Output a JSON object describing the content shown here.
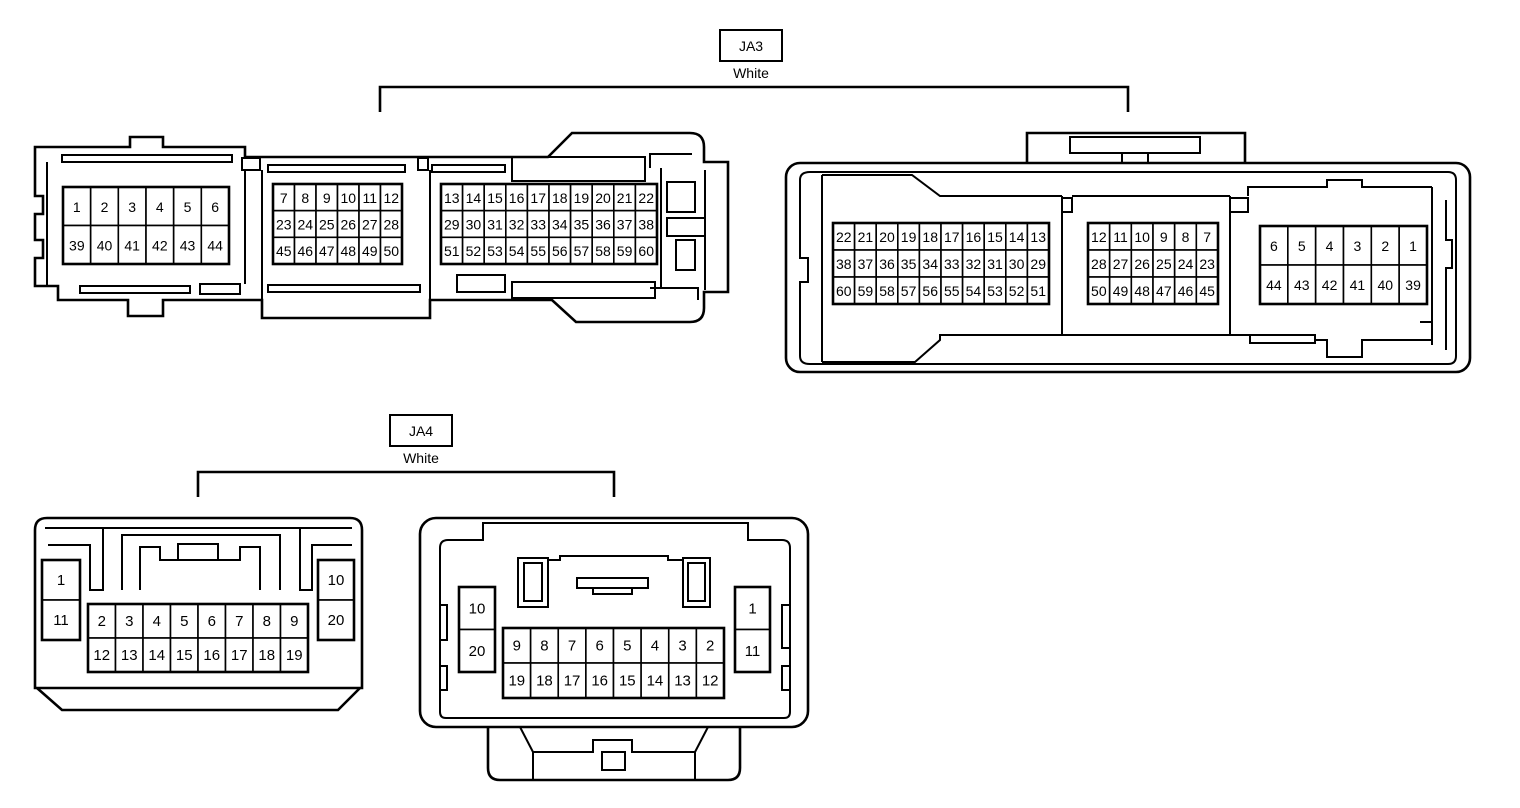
{
  "connectors": {
    "ja3": {
      "code": "JA3",
      "color": "White",
      "views": [
        {
          "groups": [
            {
              "rows": [
                [
                  "1",
                  "2",
                  "3",
                  "4",
                  "5",
                  "6"
                ],
                [
                  "39",
                  "40",
                  "41",
                  "42",
                  "43",
                  "44"
                ]
              ]
            },
            {
              "rows": [
                [
                  "7",
                  "8",
                  "9",
                  "10",
                  "11",
                  "12"
                ],
                [
                  "23",
                  "24",
                  "25",
                  "26",
                  "27",
                  "28"
                ],
                [
                  "45",
                  "46",
                  "47",
                  "48",
                  "49",
                  "50"
                ]
              ]
            },
            {
              "rows": [
                [
                  "13",
                  "14",
                  "15",
                  "16",
                  "17",
                  "18",
                  "19",
                  "20",
                  "21",
                  "22"
                ],
                [
                  "29",
                  "30",
                  "31",
                  "32",
                  "33",
                  "34",
                  "35",
                  "36",
                  "37",
                  "38"
                ],
                [
                  "51",
                  "52",
                  "53",
                  "54",
                  "55",
                  "56",
                  "57",
                  "58",
                  "59",
                  "60"
                ]
              ]
            }
          ]
        },
        {
          "groups": [
            {
              "rows": [
                [
                  "22",
                  "21",
                  "20",
                  "19",
                  "18",
                  "17",
                  "16",
                  "15",
                  "14",
                  "13"
                ],
                [
                  "38",
                  "37",
                  "36",
                  "35",
                  "34",
                  "33",
                  "32",
                  "31",
                  "30",
                  "29"
                ],
                [
                  "60",
                  "59",
                  "58",
                  "57",
                  "56",
                  "55",
                  "54",
                  "53",
                  "52",
                  "51"
                ]
              ]
            },
            {
              "rows": [
                [
                  "12",
                  "11",
                  "10",
                  "9",
                  "8",
                  "7"
                ],
                [
                  "28",
                  "27",
                  "26",
                  "25",
                  "24",
                  "23"
                ],
                [
                  "50",
                  "49",
                  "48",
                  "47",
                  "46",
                  "45"
                ]
              ]
            },
            {
              "rows": [
                [
                  "6",
                  "5",
                  "4",
                  "3",
                  "2",
                  "1"
                ],
                [
                  "44",
                  "43",
                  "42",
                  "41",
                  "40",
                  "39"
                ]
              ]
            }
          ]
        }
      ]
    },
    "ja4": {
      "code": "JA4",
      "color": "White",
      "views": [
        {
          "groups": [
            {
              "rows": [
                [
                  "1"
                ],
                [
                  "11"
                ]
              ]
            },
            {
              "rows": [
                [
                  "2",
                  "3",
                  "4",
                  "5",
                  "6",
                  "7",
                  "8",
                  "9"
                ],
                [
                  "12",
                  "13",
                  "14",
                  "15",
                  "16",
                  "17",
                  "18",
                  "19"
                ]
              ]
            },
            {
              "rows": [
                [
                  "10"
                ],
                [
                  "20"
                ]
              ]
            }
          ]
        },
        {
          "groups": [
            {
              "rows": [
                [
                  "10"
                ],
                [
                  "20"
                ]
              ]
            },
            {
              "rows": [
                [
                  "9",
                  "8",
                  "7",
                  "6",
                  "5",
                  "4",
                  "3",
                  "2"
                ],
                [
                  "19",
                  "18",
                  "17",
                  "16",
                  "15",
                  "14",
                  "13",
                  "12"
                ]
              ]
            },
            {
              "rows": [
                [
                  "1"
                ],
                [
                  "11"
                ]
              ]
            }
          ]
        }
      ]
    }
  }
}
